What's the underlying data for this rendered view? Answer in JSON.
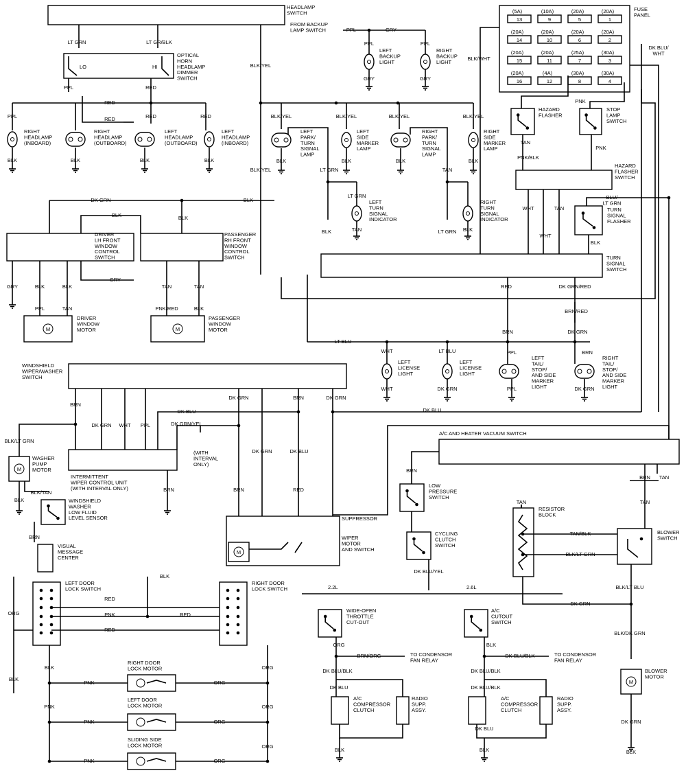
{
  "fuse_panel": {
    "title": "FUSE\nPANEL",
    "fuses": [
      {
        "rating": "(5A)",
        "number": "13"
      },
      {
        "rating": "(10A)",
        "number": "9"
      },
      {
        "rating": "(20A)",
        "number": "5"
      },
      {
        "rating": "(20A)",
        "number": "1"
      },
      {
        "rating": "(20A)",
        "number": "14"
      },
      {
        "rating": "(20A)",
        "number": "10"
      },
      {
        "rating": "(20A)",
        "number": "6"
      },
      {
        "rating": "(20A)",
        "number": "2"
      },
      {
        "rating": "(20A)",
        "number": "15"
      },
      {
        "rating": "(20A)",
        "number": "11"
      },
      {
        "rating": "(25A)",
        "number": "7"
      },
      {
        "rating": "(30A)",
        "number": "3"
      },
      {
        "rating": "(20A)",
        "number": "16"
      },
      {
        "rating": "(4A)",
        "number": "12"
      },
      {
        "rating": "(30A)",
        "number": "8"
      },
      {
        "rating": "(30A)",
        "number": "4"
      }
    ]
  },
  "components": {
    "headlamp_switch": "HEADLAMP\nSWITCH",
    "dimmer_switch": "OPTICAL\nHORN\nHEADLAMP\nDIMMER\nSWITCH",
    "dimmer_lo": "LO",
    "dimmer_hi": "HI",
    "from_backup": "FROM BACKUP\nLAMP SWITCH",
    "left_backup_light": "LEFT\nBACKUP\nLIGHT",
    "right_backup_light": "RIGHT\nBACKUP\nLIGHT",
    "right_headlamp_inboard": "RIGHT\nHEADLAMP\n(INBOARD)",
    "right_headlamp_outboard": "RIGHT\nHEADLAMP\n(OUTBOARD)",
    "left_headlamp_outboard": "LEFT\nHEADLAMP\n(OUTBOARD)",
    "left_headlamp_inboard": "LEFT\nHEADLAMP\n(INBOARD)",
    "left_park_lamp": "LEFT\nPARK/\nTURN\nSIGNAL\nLAMP",
    "left_side_marker": "LEFT\nSIDE\nMARKER\nLAMP",
    "right_park_lamp": "RIGHT\nPARK/\nTURN\nSIGNAL\nLAMP",
    "right_side_marker": "RIGHT\nSIDE\nMARKER\nLAMP",
    "hazard_flasher": "HAZARD\nFLASHER",
    "stop_lamp_switch": "STOP\nLAMP\nSWITCH",
    "hazard_flasher_switch": "HAZARD\nFLASHER\nSWITCH",
    "turn_signal_flasher": "TURN\nSIGNAL\nFLASHER",
    "turn_signal_switch": "TURN\nSIGNAL\nSWITCH",
    "left_turn_indicator": "LEFT\nTURN\nSIGNAL\nINDICATOR",
    "right_turn_indicator": "RIGHT\nTURN\nSIGNAL\nINDICATOR",
    "driver_window_switch": "DRIVER\nLH FRONT\nWINDOW\nCONTROL\nSWITCH",
    "passenger_window_switch": "PASSENGER\nRH FRONT\nWINDOW\nCONTROL\nSWITCH",
    "driver_window_motor": "DRIVER\nWINDOW\nMOTOR",
    "passenger_window_motor": "PASSENGER\nWINDOW\nMOTOR",
    "wiper_washer_switch": "WINDSHIELD\nWIPER/WASHER\nSWITCH",
    "washer_pump_motor": "WASHER\nPUMP\nMOTOR",
    "intermittent_unit": "INTERMITTENT\nWIPER CONTROL UNIT\n(WITH INTERVAL ONLY)",
    "with_interval_only": "(WITH\nINTERVAL\nONLY)",
    "washer_fluid_sensor": "WINDSHIELD\nWASHER\nLOW FLUID\nLEVEL SENSOR",
    "visual_message_center": "VISUAL\nMESSAGE\nCENTER",
    "suppressor": "SUPPRESSOR",
    "wiper_motor": "WIPER\nMOTOR\nAND SWITCH",
    "left_license_light": "LEFT\nLICENSE\nLIGHT",
    "left_license_light_2": "LEFT\nLICENSE\nLIGHT",
    "left_tail_light": "LEFT\nTAIL/\nSTOP/\nAND SIDE\nMARKER\nLIGHT",
    "right_tail_light": "RIGHT\nTAIL/\nSTOP/\nAND SIDE\nMARKER\nLIGHT",
    "ac_vacuum_switch": "A/C AND HEATER VACUUM SWITCH",
    "low_pressure_switch": "LOW\nPRESSURE\nSWITCH",
    "cycling_clutch_switch": "CYCLING\nCLUTCH\nSWITCH",
    "resistor_block": "RESISTOR\nBLOCK",
    "blower_switch": "BLOWER\nSWITCH",
    "blower_motor": "BLOWER\nMOTOR",
    "left_door_lock_switch": "LEFT DOOR\nLOCK SWITCH",
    "right_door_lock_switch": "RIGHT DOOR\nLOCK SWITCH",
    "right_door_lock_motor": "RIGHT DOOR\nLOCK MOTOR",
    "left_door_lock_motor": "LEFT DOOR\nLOCK MOTOR",
    "sliding_side_lock_motor": "SLIDING SIDE\nLOCK MOTOR",
    "engine_22": "2.2L",
    "engine_26": "2.6L",
    "wot_cutout": "WIDE-OPEN\nTHROTTLE\nCUT-OUT",
    "ac_cutout_switch": "A/C\nCUTOUT\nSWITCH",
    "to_condensor_1": "TO CONDENSOR\nFAN RELAY",
    "to_condensor_2": "TO CONDENSOR\nFAN RELAY",
    "compressor_clutch_1": "A/C\nCOMPRESSOR\nCLUTCH",
    "compressor_clutch_2": "A/C\nCOMPRESSOR\nCLUTCH",
    "radio_supp_1": "RADIO\nSUPP.\nASSY.",
    "radio_supp_2": "RADIO\nSUPP.\nASSY."
  },
  "wire_labels": [
    "LT GRN",
    "LT GR/BLK",
    "PPL",
    "RED",
    "RED",
    "PPL",
    "RED",
    "RED",
    "RED",
    "BLK",
    "BLK",
    "BLK",
    "BLK",
    "BLK/YEL",
    "PPL",
    "GRY",
    "PPL",
    "PPL",
    "GRY",
    "GRY",
    "BLK/WHT",
    "DK BLU/\nWHT",
    "BLK/YEL",
    "BLK/YEL",
    "BLK/YEL",
    "BLK/YEL",
    "BLK",
    "BLK",
    "BLK",
    "BLK",
    "BLK/YEL",
    "LT GRN",
    "TAN",
    "LT GRN",
    "TAN",
    "BLK",
    "BLK",
    "LT GRN",
    "TAN",
    "PNK/BLK",
    "PNK",
    "PNK",
    "WHT",
    "TAN",
    "WHT",
    "BLU/\nLT GRN",
    "BLK",
    "RED",
    "DK GRN/RED",
    "BRN/RED",
    "BRN",
    "DK GRN",
    "DK GRN",
    "BLK",
    "BLK",
    "BLK",
    "GRY",
    "GRY",
    "BLK",
    "BLK",
    "TAN",
    "TAN",
    "PPL",
    "TAN",
    "PNK/RED",
    "BLK",
    "LT BLU",
    "WHT",
    "LT BLU",
    "WHT",
    "DK GRN",
    "PPL",
    "DK GRN",
    "PPL",
    "BRN",
    "BRN",
    "DK GRN",
    "WHT",
    "PPL",
    "DK GRN",
    "BRN",
    "BRN",
    "RED",
    "DK GRN",
    "DK BLU",
    "DK BLU",
    "DK GRN/YEL",
    "BRN",
    "DK GRN",
    "DK BLU",
    "BLK/LT GRN",
    "BLK",
    "BLK/TAN",
    "BRN",
    "BRN",
    "DK BLU/YEL",
    "BRN",
    "TAN",
    "TAN",
    "TAN",
    "TAN/BLK",
    "BLK/LT GRN",
    "BLK/LT BLU",
    "DK GRN",
    "BLK/DK GRN",
    "DK GRN",
    "BLK",
    "RED",
    "PNK",
    "RED",
    "RED",
    "ORG",
    "BLK",
    "BLK",
    "PNK",
    "PNK",
    "PNK",
    "PNK",
    "ORG",
    "ORG",
    "ORG",
    "ORG",
    "ORG",
    "ORG",
    "ORG",
    "BRN/ORG",
    "DK BLU/BLK",
    "DK BLU",
    "BLK",
    "DK BLU/BLK",
    "DK BLU/BLK",
    "DK BLU/BLK",
    "DK BLU",
    "BLK",
    "BLK",
    "BLK"
  ]
}
